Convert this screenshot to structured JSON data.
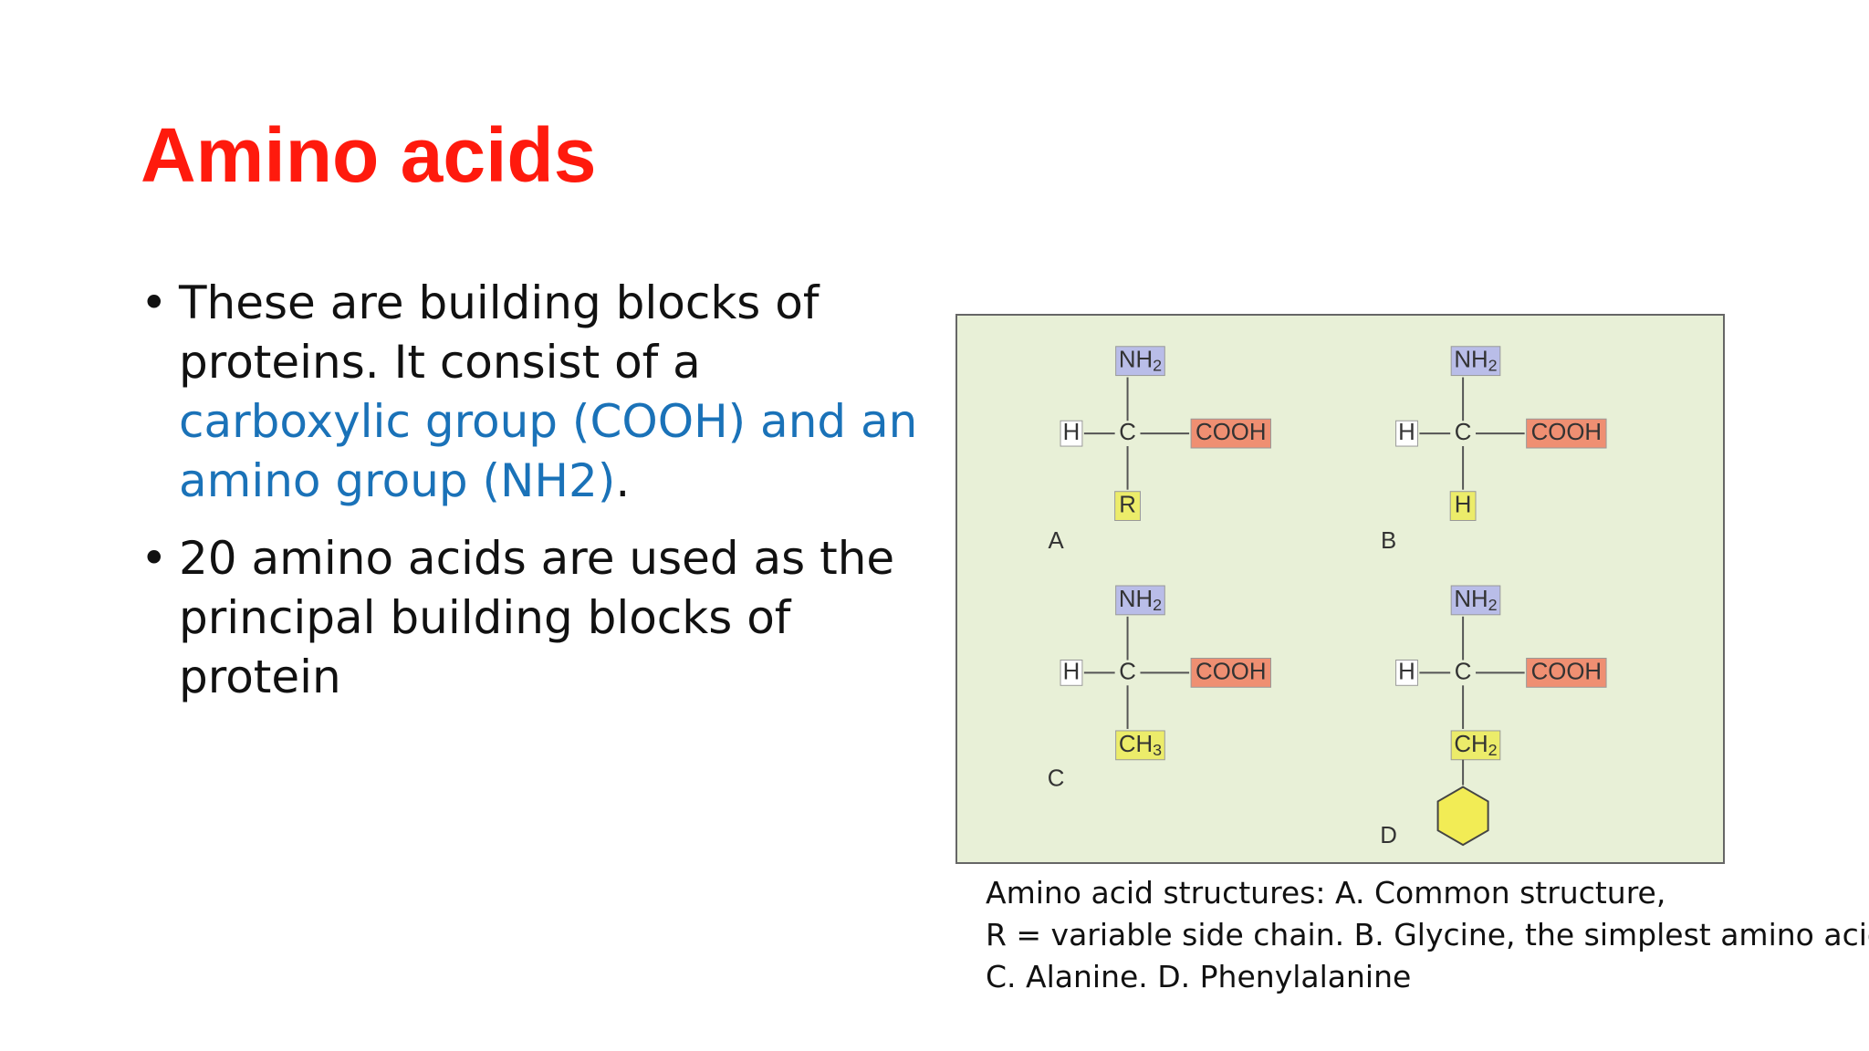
{
  "slide": {
    "title": "Amino acids",
    "bullet_glyph": "•",
    "bullets": [
      {
        "text_before": "These are building blocks of proteins. It consist of  a ",
        "highlight": "carboxylic group (COOH) and an amino group (NH2)",
        "text_after": "."
      },
      {
        "text": "20 amino acids are used as the principal building blocks of protein"
      }
    ],
    "highlight_color": "#1a72b8",
    "title_color": "#ff1a0d"
  },
  "figure": {
    "panels": [
      {
        "letter": "A",
        "top": "NH2",
        "left": "H",
        "center": "C",
        "right": "COOH",
        "bottom": "R",
        "ring": false
      },
      {
        "letter": "B",
        "top": "NH2",
        "left": "H",
        "center": "C",
        "right": "COOH",
        "bottom": "H",
        "ring": false
      },
      {
        "letter": "C",
        "top": "NH2",
        "left": "H",
        "center": "C",
        "right": "COOH",
        "bottom": "CH3",
        "ring": false
      },
      {
        "letter": "D",
        "top": "NH2",
        "left": "H",
        "center": "C",
        "right": "COOH",
        "bottom": "CH2",
        "ring": true
      }
    ],
    "colors": {
      "nh2_box": "#b9bde8",
      "cooh_box": "#ef8f72",
      "side_box": "#ecec6a",
      "ring_fill": "#f2ec55",
      "background": "#e8f0d7"
    },
    "caption_lines": [
      "Amino acid structures: A. Common structure,",
      "R = variable side chain. B. Glycine, the simplest amino acid.",
      "C. Alanine. D. Phenylalanine"
    ]
  }
}
